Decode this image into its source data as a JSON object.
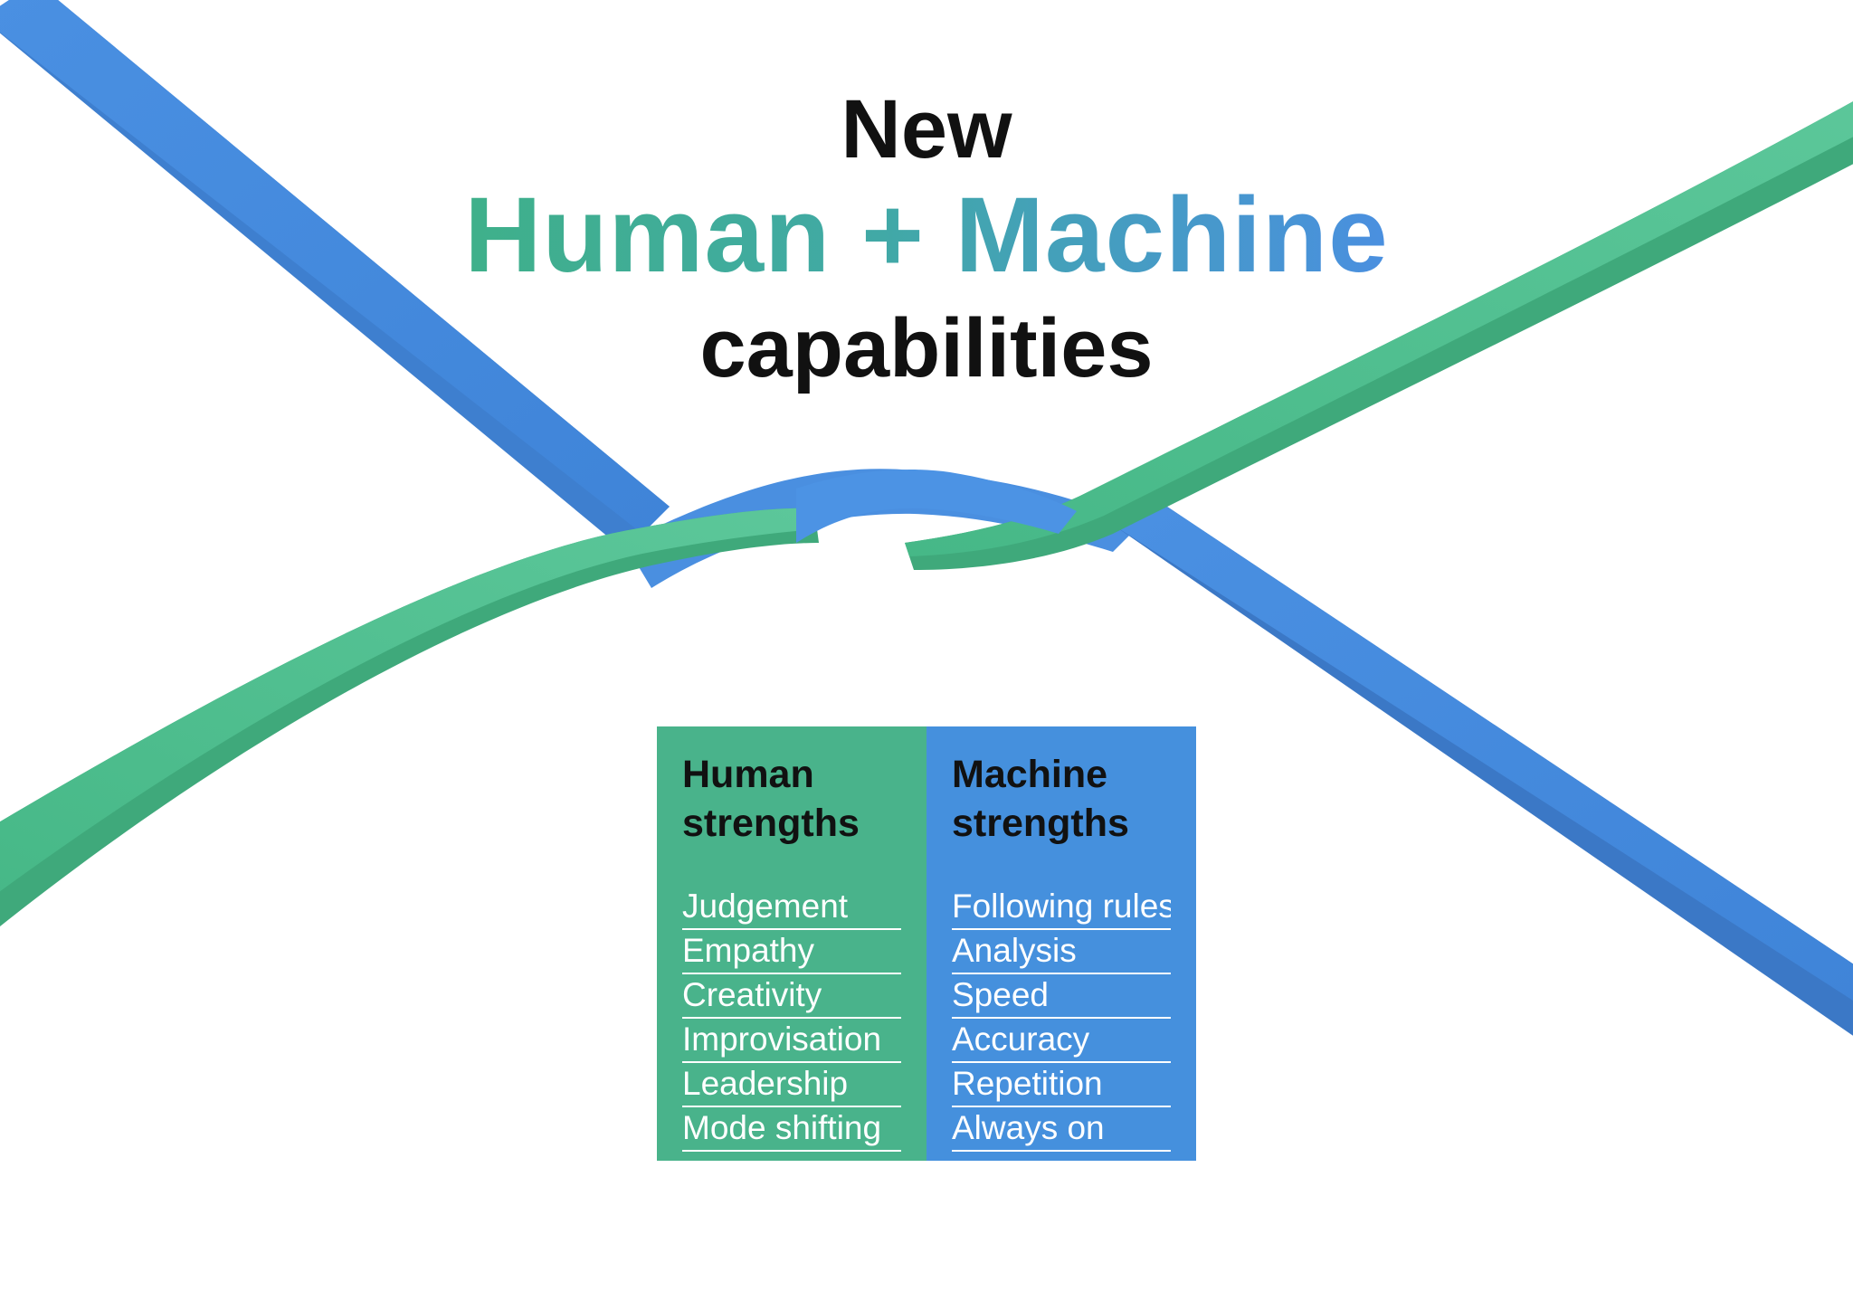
{
  "title": {
    "line1": "New",
    "line2": "Human + Machine",
    "line3": "capabilities"
  },
  "colors": {
    "green_ribbon": "#4fbf8f",
    "blue_ribbon": "#4a90e2",
    "human_panel": "#49b38b",
    "machine_panel": "#4590dd",
    "text_dark": "#111111",
    "text_light": "#ffffff"
  },
  "human": {
    "heading_line1": "Human",
    "heading_line2": "strengths",
    "items": [
      "Judgement",
      "Empathy",
      "Creativity",
      "Improvisation",
      "Leadership",
      "Mode shifting"
    ]
  },
  "machine": {
    "heading_line1": "Machine",
    "heading_line2": "strengths",
    "items": [
      "Following rules",
      "Analysis",
      "Speed",
      "Accuracy",
      "Repetition",
      "Always on"
    ]
  }
}
